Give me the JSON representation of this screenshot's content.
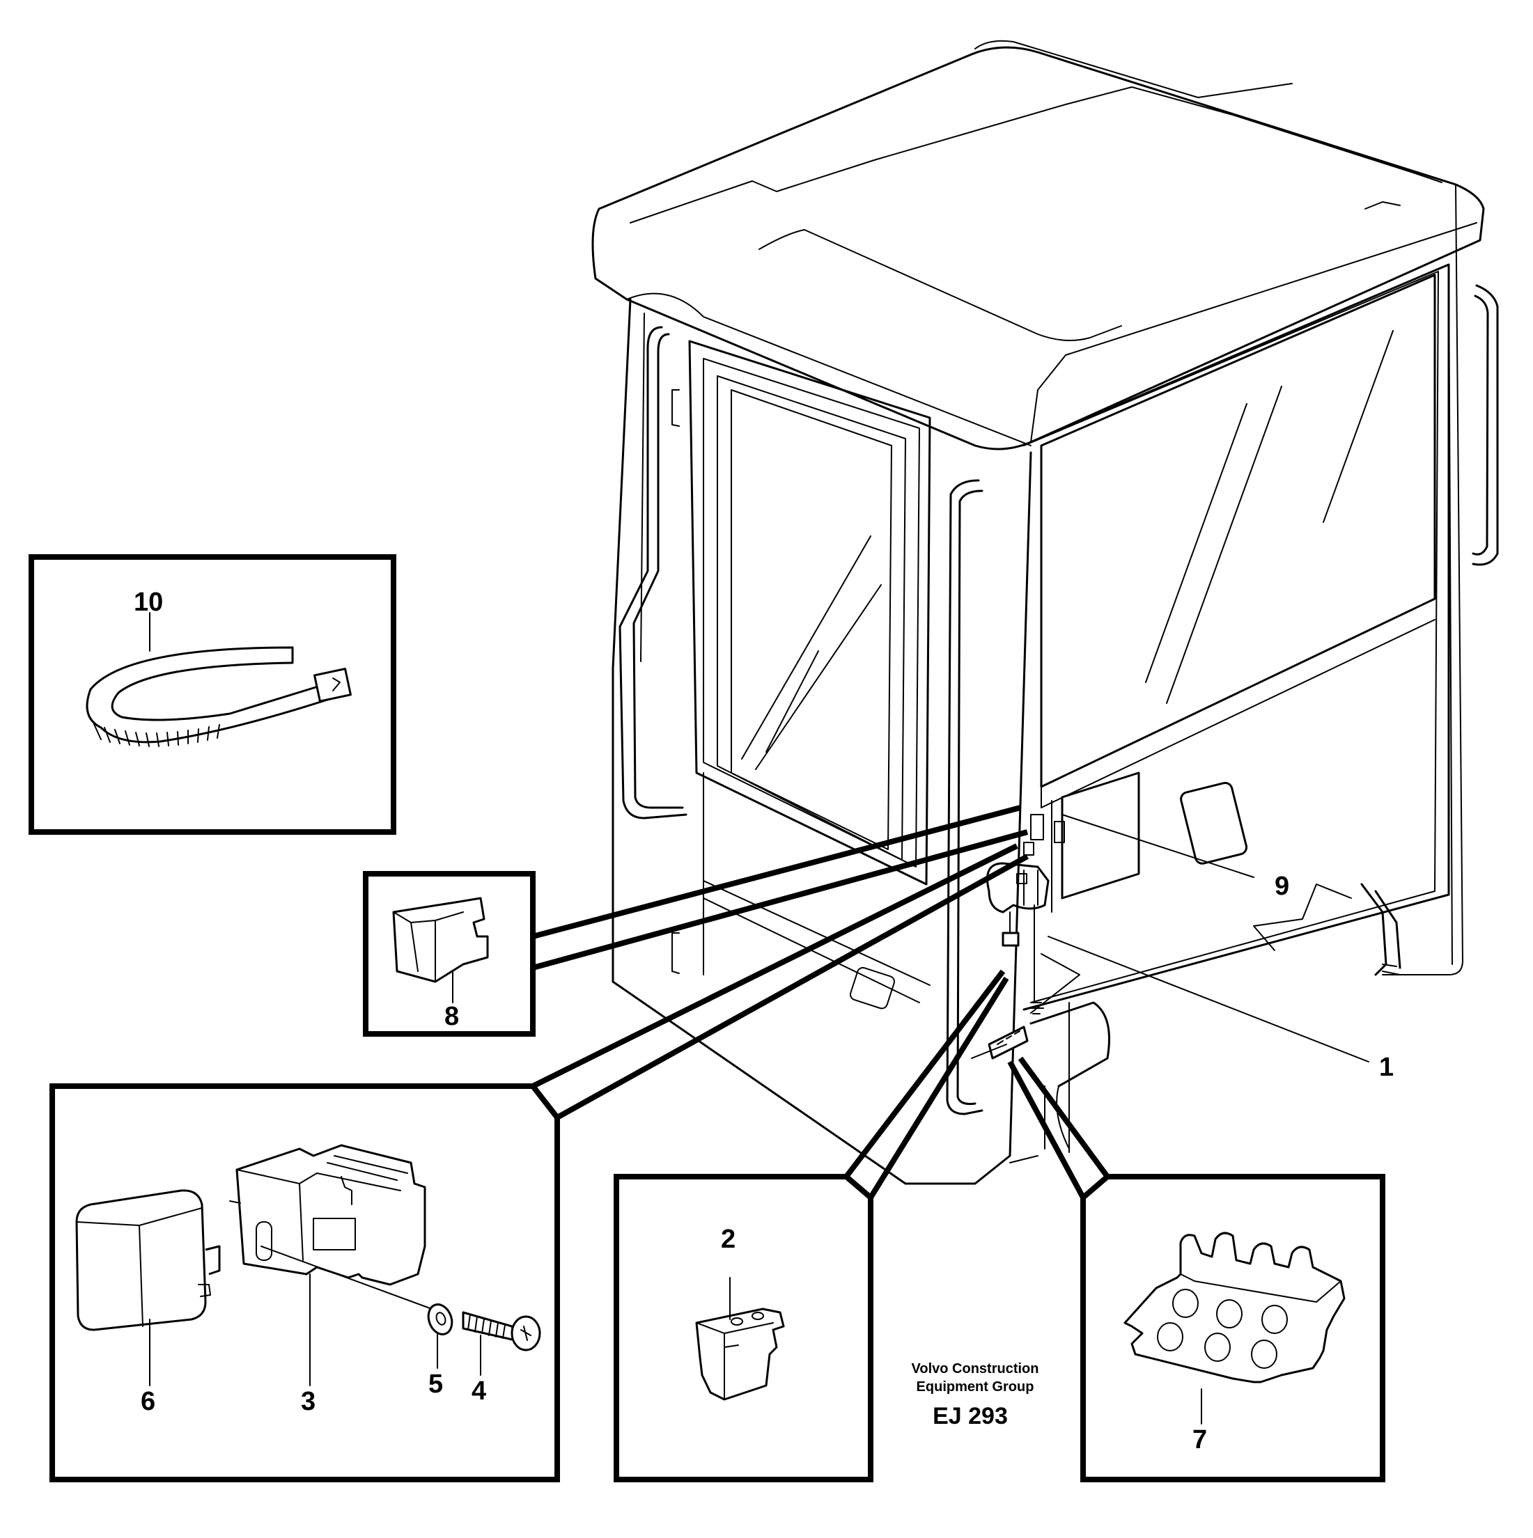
{
  "callouts": {
    "c1": "1",
    "c2": "2",
    "c3": "3",
    "c4": "4",
    "c5": "5",
    "c6": "6",
    "c7": "7",
    "c8": "8",
    "c9": "9",
    "c10": "10"
  },
  "credit": {
    "line1": "Volvo Construction",
    "line2": "Equipment Group",
    "drawing_code": "EJ 293"
  }
}
